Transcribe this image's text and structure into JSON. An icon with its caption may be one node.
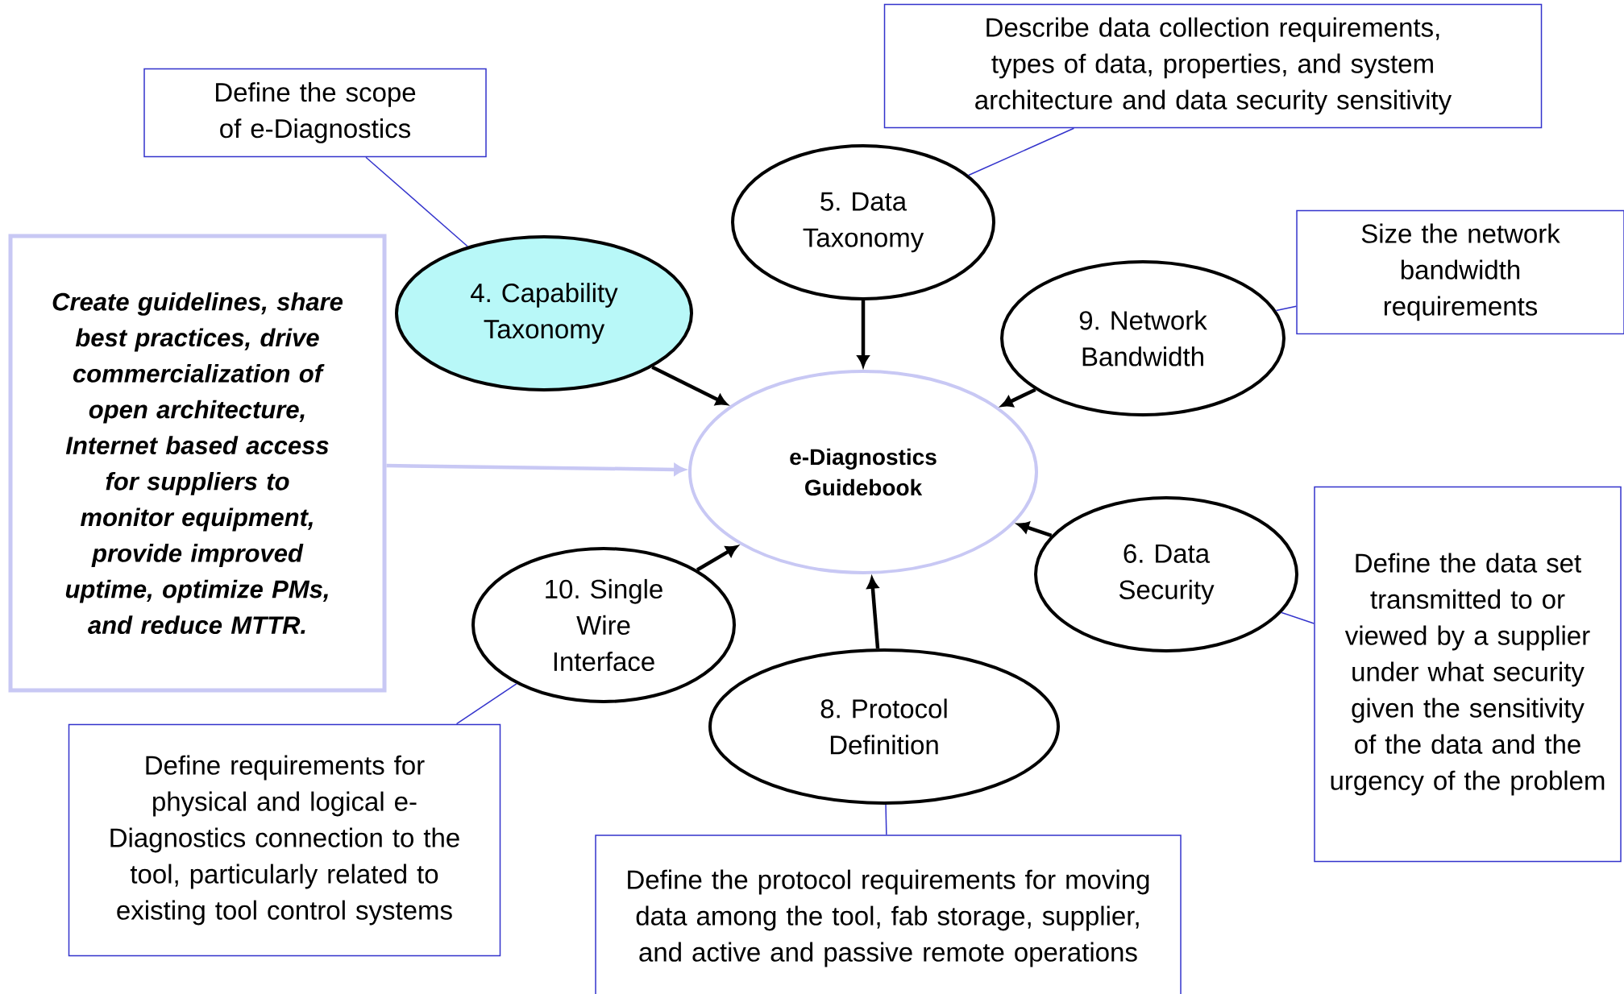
{
  "diagram": {
    "nodes": [
      {
        "text": [
          "e-Diagnostics Guidebook"
        ]
      },
      {
        "text": [
          "Create guidelines, share best practices, drive commercialization of open architecture, Internet based access for suppliers to monitor equipment, provide improved uptime, optimize PMs, and reduce MTTR."
        ]
      },
      {
        "text": [
          "4. Capability Taxonomy"
        ]
      },
      {
        "text": [
          "5. Data Taxonomy"
        ]
      },
      {
        "text": [
          "9. Network Bandwidth"
        ]
      },
      {
        "text": [
          "6. Data Security"
        ]
      },
      {
        "text": [
          "8. Protocol Definition"
        ]
      },
      {
        "text": [
          "10. Single Wire Interface"
        ]
      },
      {
        "text": [
          "Define the scope of e-Diagnostics"
        ]
      },
      {
        "text": [
          "Describe data collection requirements, types of data, properties, and system architecture and data security sensitivity"
        ]
      },
      {
        "text": [
          "Size the network bandwidth requirements"
        ]
      },
      {
        "text": [
          "Define the data set transmitted to or viewed by a supplier under what security given the sensitivity of the data and the urgency of the problem"
        ]
      },
      {
        "text": [
          "Define requirements for physical and logical e-Diagnostics connection to the tool, particularly related to existing tool control systems"
        ]
      },
      {
        "text": [
          "Define the protocol requirements for moving data among the tool, fab storage, supplier, and active and passive remote operations"
        ]
      }
    ],
    "edges": [
      {
        "from": 1,
        "to": 0,
        "arrow": "to",
        "color": "#c8c8f4"
      },
      {
        "from": 2,
        "to": 0,
        "arrow": "to",
        "color": "#000000"
      },
      {
        "from": 3,
        "to": 0,
        "arrow": "to",
        "color": "#000000"
      },
      {
        "from": 4,
        "to": 0,
        "arrow": "to",
        "color": "#000000"
      },
      {
        "from": 5,
        "to": 0,
        "arrow": "to",
        "color": "#000000"
      },
      {
        "from": 6,
        "to": 0,
        "arrow": "to",
        "color": "#000000"
      },
      {
        "from": 7,
        "to": 0,
        "arrow": "to",
        "color": "#000000"
      },
      {
        "from": 8,
        "to": 2,
        "arrow": "none",
        "color": "#3333cc"
      },
      {
        "from": 9,
        "to": 3,
        "arrow": "none",
        "color": "#3333cc"
      },
      {
        "from": 10,
        "to": 4,
        "arrow": "none",
        "color": "#3333cc"
      },
      {
        "from": 11,
        "to": 5,
        "arrow": "none",
        "color": "#3333cc"
      },
      {
        "from": 12,
        "to": 7,
        "arrow": "none",
        "color": "#3333cc"
      },
      {
        "from": 13,
        "to": 6,
        "arrow": "none",
        "color": "#3333cc"
      }
    ]
  }
}
